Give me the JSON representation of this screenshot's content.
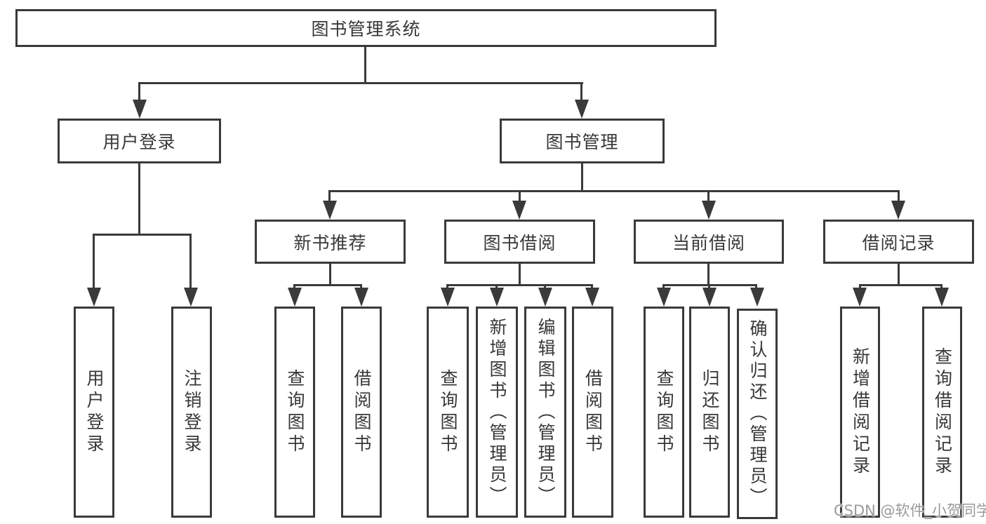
{
  "nodes": {
    "root": "图书管理系统",
    "level2": [
      "用户登录",
      "图书管理"
    ],
    "level3": [
      "新书推荐",
      "图书借阅",
      "当前借阅",
      "借阅记录"
    ],
    "user_login_children": [
      "用户登录",
      "注销登录"
    ],
    "new_book_children": [
      "查询图书",
      "借阅图书"
    ],
    "book_borrow_children": [
      "查询图书",
      "新增图书（管理员）",
      "编辑图书（管理员）",
      "借阅图书"
    ],
    "current_borrow_children": [
      "查询图书",
      "归还图书",
      "确认归还（管理员）"
    ],
    "borrow_record_children": [
      "新增借阅记录",
      "查询借阅记录"
    ]
  },
  "watermark": "CSDN @软件_小贺同学",
  "colors": {
    "line": "#3a3a3a",
    "text": "#383838",
    "watermark": "#9a9a9a"
  }
}
